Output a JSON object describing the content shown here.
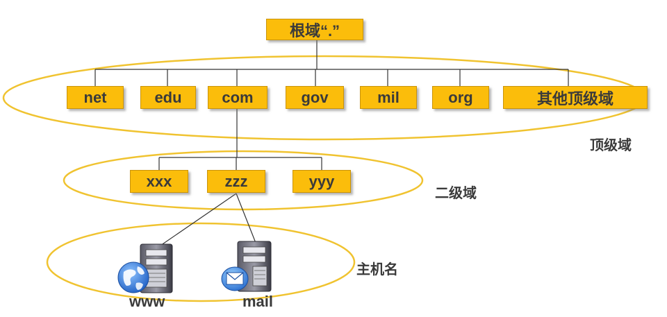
{
  "root": {
    "label": "根域“.”"
  },
  "tld": {
    "zone_label": "顶级域",
    "nodes": [
      "net",
      "edu",
      "com",
      "gov",
      "mil",
      "org",
      "其他顶级域"
    ]
  },
  "second_level": {
    "zone_label": "二级域",
    "nodes": [
      "xxx",
      "zzz",
      "yyy"
    ]
  },
  "hosts": {
    "zone_label": "主机名",
    "items": [
      {
        "label": "www",
        "icon": "web-server-icon"
      },
      {
        "label": "mail",
        "icon": "mail-server-icon"
      }
    ]
  },
  "colors": {
    "node_fill": "#fbbd0b",
    "ellipse_stroke": "#f0c330",
    "line": "#333333"
  }
}
